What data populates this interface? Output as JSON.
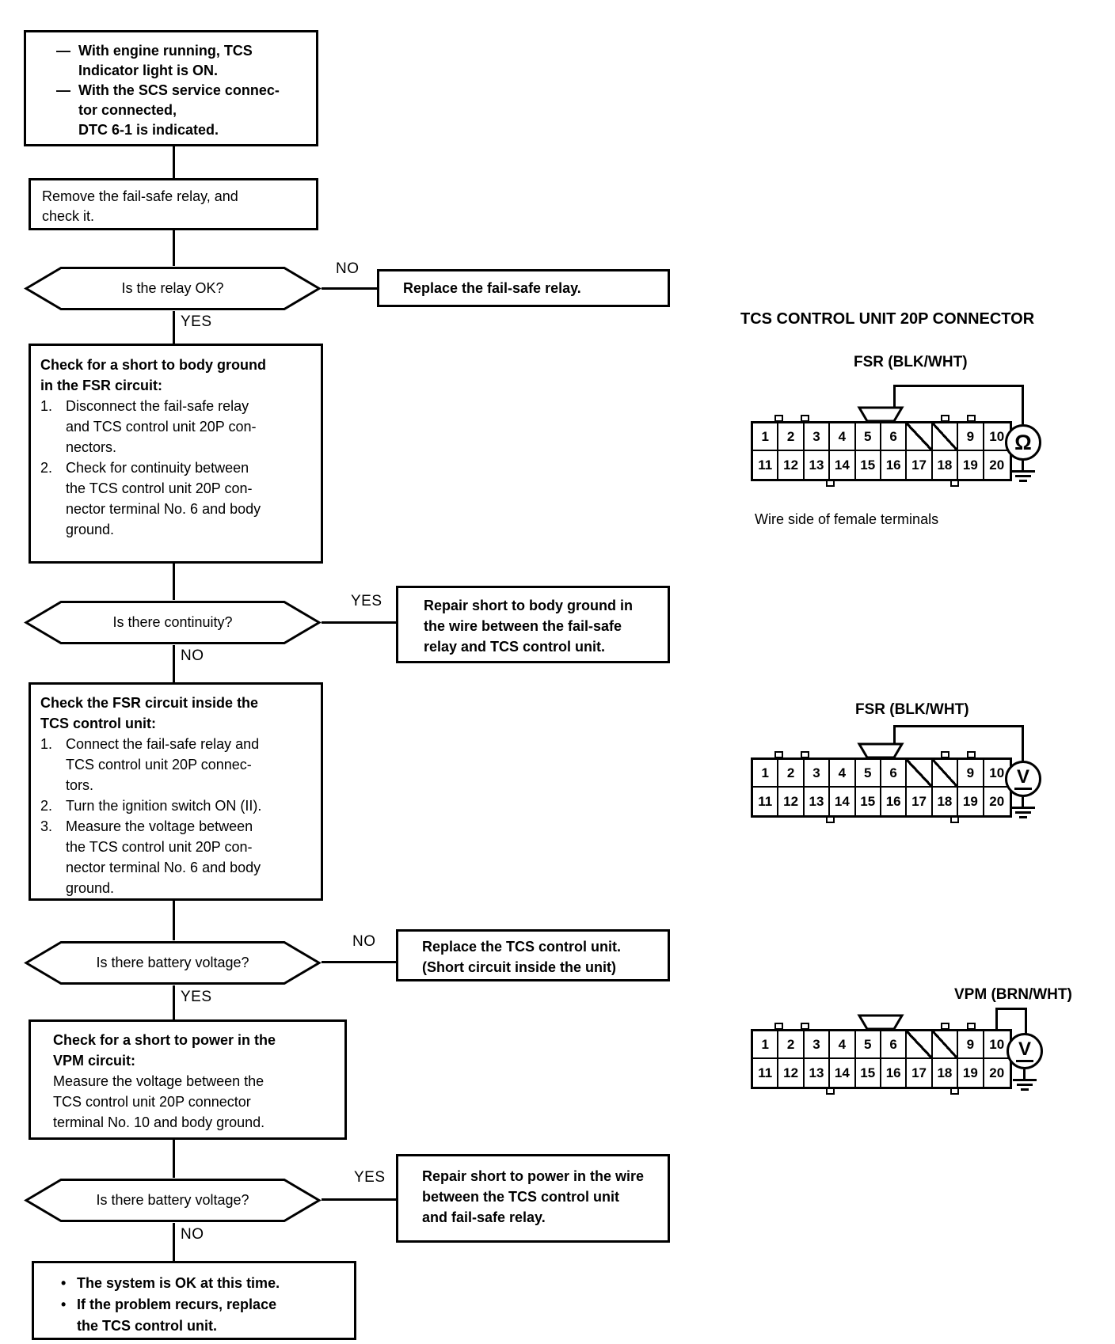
{
  "flowchart": {
    "labels": {
      "yes": "YES",
      "no": "NO"
    },
    "dash": "—",
    "bullet": "•",
    "start_box": {
      "items": [
        "With engine running, TCS\nIndicator light is ON.",
        "With the SCS service connec-\ntor connected,\nDTC 6-1 is indicated."
      ]
    },
    "remove_relay_box": "Remove the fail-safe relay, and\ncheck it.",
    "relay_ok_diamond": "Is the relay OK?",
    "replace_relay_box": "Replace the fail-safe relay.",
    "short_ground_box": {
      "title": "Check for a short to body ground\nin the FSR circuit:",
      "steps": [
        {
          "n": "1.",
          "text": "Disconnect the fail-safe relay\nand TCS control unit 20P con-\nnectors."
        },
        {
          "n": "2.",
          "text": "Check for continuity between\nthe TCS control unit 20P con-\nnector terminal No. 6 and body\nground."
        }
      ]
    },
    "continuity_diamond": "Is there continuity?",
    "repair_ground_box": "Repair short to body ground in\nthe wire between the fail-safe\nrelay and TCS control unit.",
    "fsr_inside_box": {
      "title": "Check the FSR circuit inside the\nTCS control unit:",
      "steps": [
        {
          "n": "1.",
          "text": "Connect the fail-safe relay and\nTCS control unit 20P connec-\ntors."
        },
        {
          "n": "2.",
          "text": "Turn the ignition switch ON (II)."
        },
        {
          "n": "3.",
          "text": "Measure the voltage between\nthe TCS control unit 20P con-\nnector terminal No. 6 and body\nground."
        }
      ]
    },
    "battery_voltage_diamond_1": "Is there battery voltage?",
    "replace_tcs_box": "Replace the TCS control unit.\n(Short circuit inside the unit)",
    "short_power_box": {
      "title": "Check for a short to power in the\nVPM circuit:",
      "body": "Measure the voltage between the\nTCS control unit 20P connector\nterminal No. 10 and body ground."
    },
    "battery_voltage_diamond_2": "Is there battery voltage?",
    "repair_power_box": "Repair short to power in the wire\nbetween the TCS control unit\nand fail-safe relay.",
    "end_box": {
      "items": [
        "The system is OK at this time.",
        "If the problem recurs, replace\nthe TCS control unit."
      ]
    }
  },
  "connector_panel": {
    "heading": "TCS CONTROL UNIT 20P CONNECTOR",
    "caption": "Wire side of female terminals",
    "terminals": {
      "top": [
        "1",
        "2",
        "3",
        "4",
        "5",
        "6",
        "/",
        "/",
        "9",
        "10"
      ],
      "bottom": [
        "11",
        "12",
        "13",
        "14",
        "15",
        "16",
        "17",
        "18",
        "19",
        "20"
      ]
    },
    "groups": [
      {
        "label": "FSR (BLK/WHT)",
        "meter": "ohmmeter",
        "symbol": "Ω"
      },
      {
        "label": "FSR (BLK/WHT)",
        "meter": "voltmeter",
        "symbol": "V"
      },
      {
        "label": "VPM (BRN/WHT)",
        "meter": "voltmeter",
        "symbol": "V"
      }
    ]
  }
}
